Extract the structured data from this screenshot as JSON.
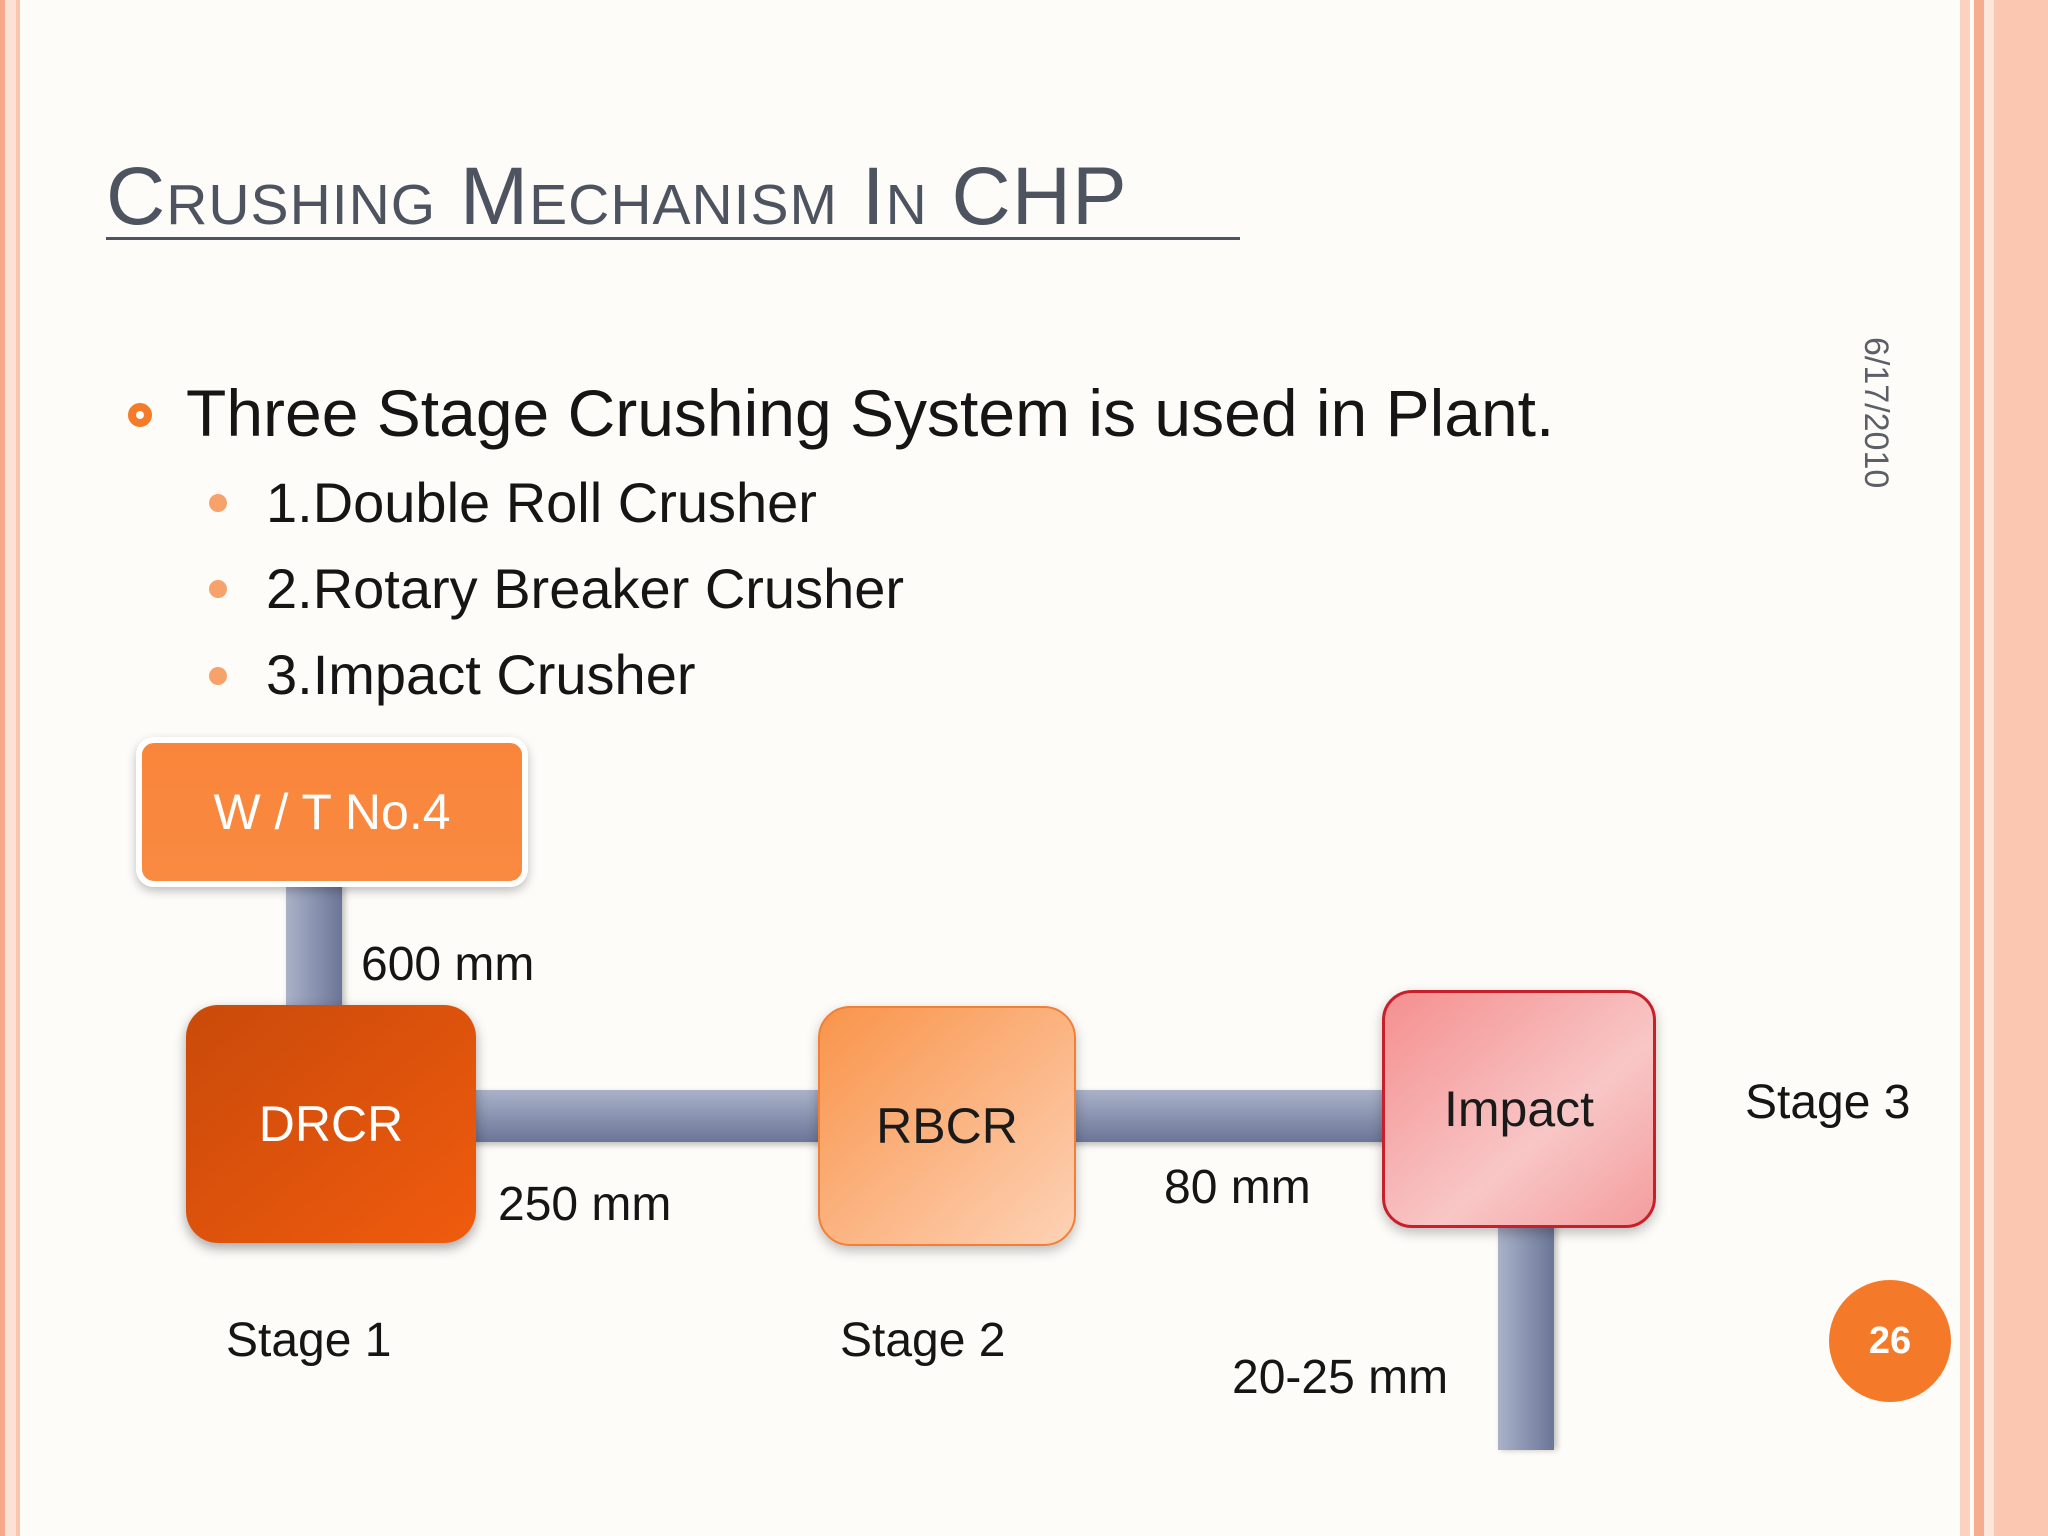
{
  "slide": {
    "title": "Crushing Mechanism In CHP",
    "date": "6/17/2010",
    "page_number": "26",
    "accent_color": "#f47a2a"
  },
  "bullets": {
    "main": "Three Stage Crushing System is used in Plant.",
    "items": [
      "1.Double Roll Crusher",
      "2.Rotary Breaker Crusher",
      "3.Impact Crusher"
    ]
  },
  "diagram": {
    "nodes": {
      "source": "W / T No.4",
      "drcr": "DRCR",
      "rbcr": "RBCR",
      "impact": "Impact"
    },
    "sizes": {
      "feed": "600 mm",
      "after_drcr": "250 mm",
      "after_rbcr": "80 mm",
      "output": "20-25 mm"
    },
    "stages": {
      "stage1": "Stage 1",
      "stage2": "Stage 2",
      "stage3": "Stage 3"
    }
  }
}
